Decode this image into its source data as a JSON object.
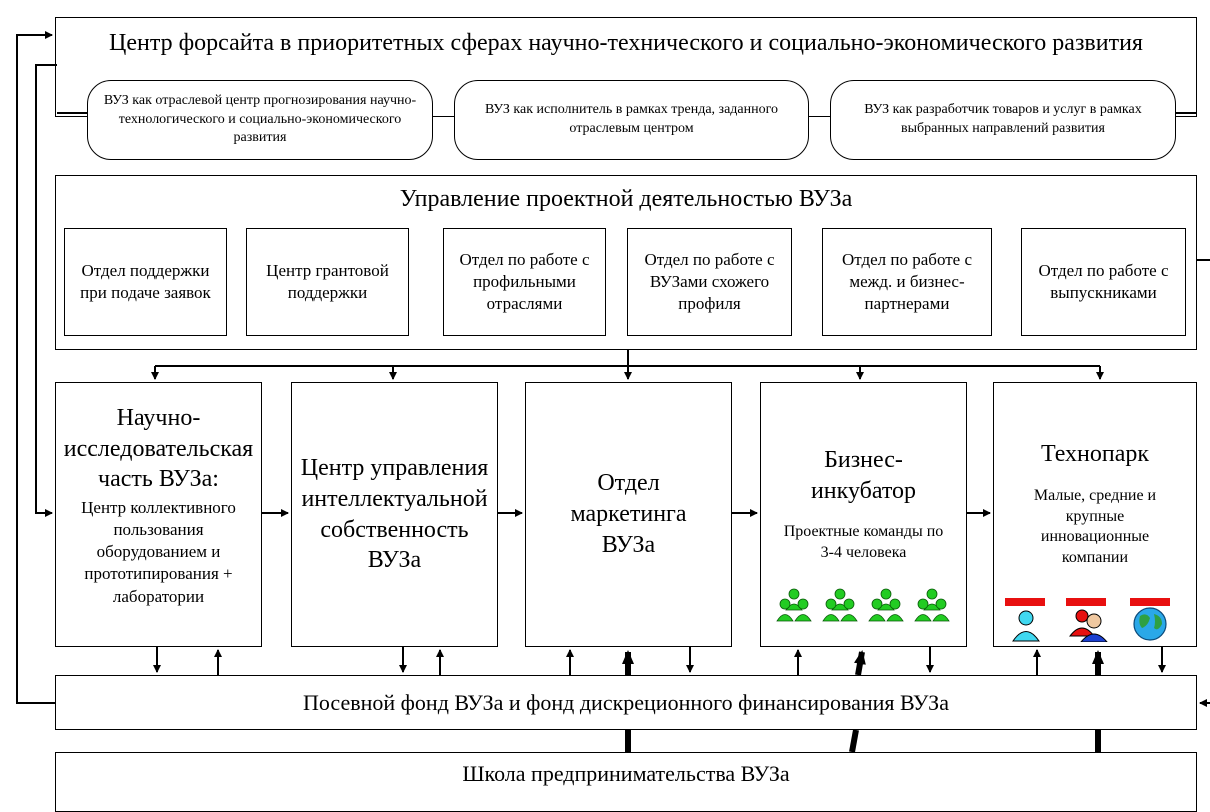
{
  "foresight": {
    "title": "Центр форсайта в приоритетных сферах научно-технического и социально-экономического развития",
    "roles": [
      "ВУЗ как отраслевой центр прогнозирования научно-технологического и социально-экономического развития",
      "ВУЗ как исполнитель в рамках тренда, заданного отраслевым центром",
      "ВУЗ как разработчик товаров и услуг в рамках выбранных направлений развития"
    ]
  },
  "management": {
    "title": "Управление проектной деятельностью ВУЗа",
    "departments": [
      "Отдел поддержки при подаче заявок",
      "Центр грантовой поддержки",
      "Отдел по работе с профильными отраслями",
      "Отдел по работе с ВУЗами схожего профиля",
      "Отдел по работе с межд. и бизнес-партнерами",
      "Отдел по работе с выпускниками"
    ]
  },
  "units": {
    "research": {
      "title": "Научно-исследовательская часть ВУЗа:",
      "subtitle": "Центр коллективного пользования оборудованием и прототипирования + лаборатории"
    },
    "ip": {
      "title": "Центр управления интеллектуальной собственность ВУЗа"
    },
    "marketing": {
      "title": "Отдел маркетинга ВУЗа"
    },
    "incubator": {
      "title": "Бизнес-инкубатор",
      "subtitle": "Проектные команды по 3-4 человека"
    },
    "technopark": {
      "title": "Технопарк",
      "subtitle": "Малые, средние и крупные инновационные компании"
    }
  },
  "fund": {
    "title": "Посевной фонд ВУЗа и фонд дискреционного финансирования ВУЗа"
  },
  "school": {
    "title": "Школа предпринимательства ВУЗа"
  },
  "icons": [
    "team-icon",
    "person-icon",
    "company-icon",
    "globe-icon"
  ],
  "colors": {
    "team_green": "#22cc22",
    "badge_red": "#e81010",
    "person_cyan": "#40d8f0",
    "person_blue": "#1b3fd0"
  }
}
